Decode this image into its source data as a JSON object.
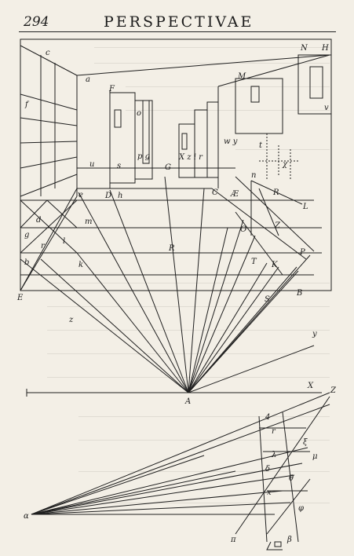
{
  "page": {
    "number": "294",
    "running_head": "PERSPECTIVAE"
  },
  "figure": {
    "labels": {
      "c": "c",
      "a": "a",
      "f": "f",
      "F": "F",
      "o": "o",
      "pg": "p g",
      "N": "N",
      "H": "H",
      "M": "M",
      "v": "v",
      "u": "u",
      "s": "s",
      "G": "G",
      "x2ir": "X z i r",
      "C": "C",
      "wy": "w y",
      "t": "t",
      "chi": "χ",
      "e": "e",
      "D": "D",
      "h": "h",
      "n": "n",
      "AE": "Æ",
      "R2": "R",
      "L": "L",
      "d": "d",
      "m": "m",
      "g": "g",
      "l": "l",
      "r": "r",
      "b": "b",
      "k": "k",
      "O": "O",
      "Z": "Z",
      "R": "R",
      "P": "P",
      "T": "T",
      "K": "K",
      "E": "E",
      "S": "S",
      "B": "B",
      "y": "y",
      "z": "z",
      "A": "A",
      "X": "X",
      "Z2": "Z",
      "4": "4",
      "rr": "r",
      "lambda": "λ",
      "xi": "ξ",
      "mu": "μ",
      "delta": "δ",
      "theta": "θ",
      "xx": "x",
      "beta": "β",
      "alpha": "α",
      "pi": "π",
      "phi": "φ"
    }
  }
}
